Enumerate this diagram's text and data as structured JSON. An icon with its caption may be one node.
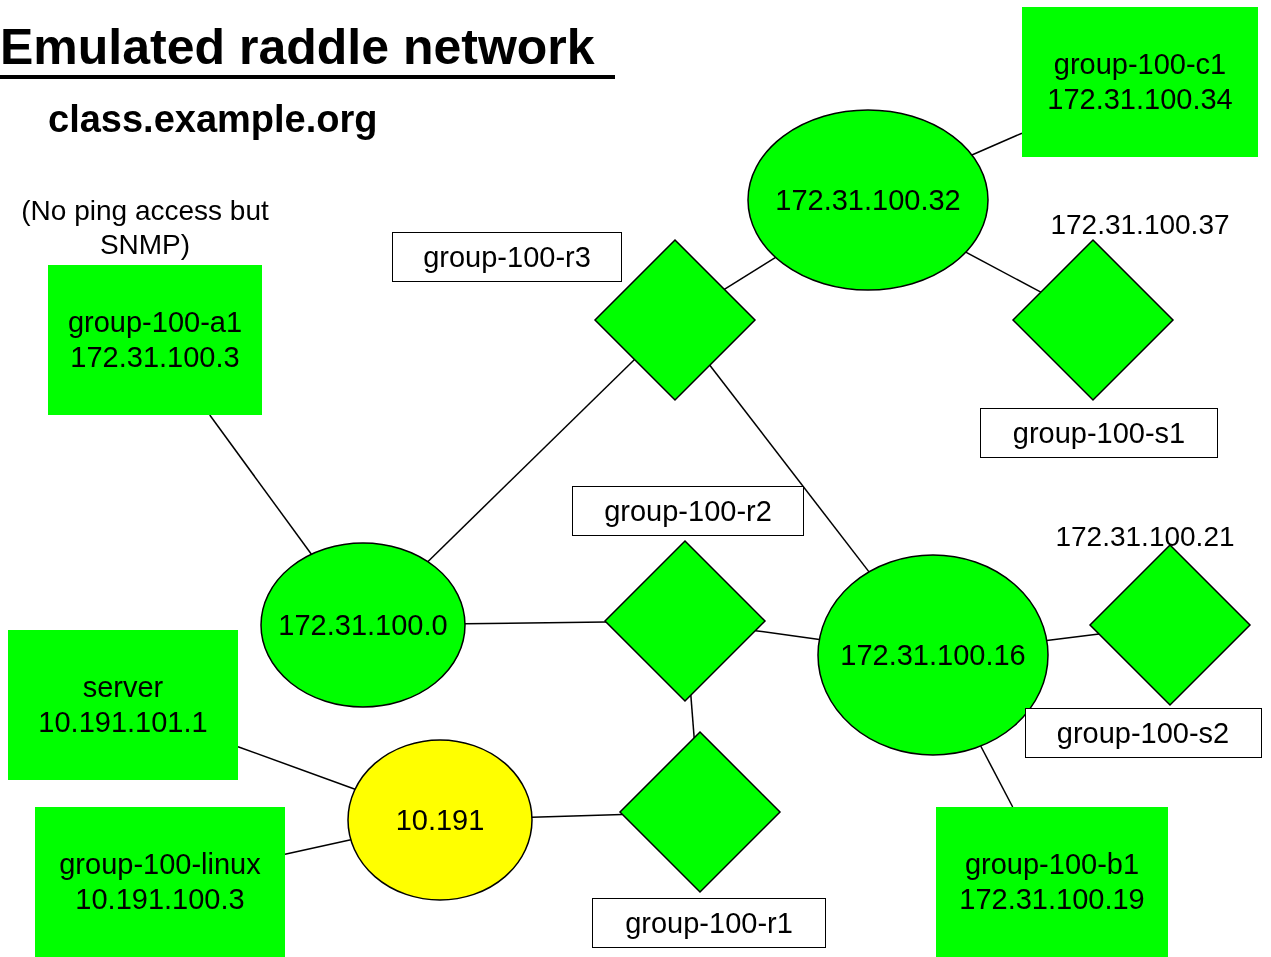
{
  "diagram": {
    "title": "Emulated raddle network",
    "nodes": [
      {
        "text": [
          "group-100-c1",
          "172.31.100.34"
        ]
      },
      {
        "text": [
          "172.31.100.32"
        ]
      },
      {
        "text": [
          "group-100-r3"
        ]
      },
      {
        "text": [],
        "shape": "diamond"
      },
      {
        "text": [],
        "shape": "diamond",
        "beside": [
          "172.31.100.37"
        ]
      },
      {
        "text": [
          "group-100-s1"
        ]
      },
      {
        "text": [
          "group-100-a1",
          "172.31.100.3"
        ],
        "beside": [
          "(No ping access but SNMP)"
        ]
      },
      {
        "text": [
          "group-100-r2"
        ]
      },
      {
        "text": [
          "172.31.100.0"
        ]
      },
      {
        "text": [],
        "shape": "diamond"
      },
      {
        "text": [
          "172.31.100.16"
        ]
      },
      {
        "text": [],
        "shape": "diamond",
        "beside": [
          "172.31.100.21"
        ]
      },
      {
        "text": [
          "group-100-s2"
        ]
      },
      {
        "text": [
          "server",
          "10.191.101.1"
        ]
      },
      {
        "text": [
          "10.191"
        ]
      },
      {
        "text": [],
        "shape": "diamond"
      },
      {
        "text": [
          "group-100-linux",
          "10.191.100.3"
        ]
      },
      {
        "text": [
          "group-100-b1",
          "172.31.100.19"
        ]
      },
      {
        "text": [
          "group-100-r1"
        ]
      }
    ],
    "edges": [
      {
        "from": 0,
        "to": 1,
        "arrow": "none"
      },
      {
        "from": 1,
        "to": 3,
        "arrow": "none"
      },
      {
        "from": 1,
        "to": 4,
        "arrow": "none"
      },
      {
        "from": 3,
        "to": 8,
        "arrow": "none"
      },
      {
        "from": 3,
        "to": 10,
        "arrow": "none"
      },
      {
        "from": 6,
        "to": 8,
        "arrow": "none"
      },
      {
        "from": 8,
        "to": 9,
        "arrow": "none"
      },
      {
        "from": 9,
        "to": 10,
        "arrow": "none"
      },
      {
        "from": 10,
        "to": 11,
        "arrow": "none"
      },
      {
        "from": 10,
        "to": 17,
        "arrow": "none"
      },
      {
        "from": 9,
        "to": 15,
        "arrow": "none"
      },
      {
        "from": 13,
        "to": 14,
        "arrow": "none"
      },
      {
        "from": 16,
        "to": 14,
        "arrow": "none"
      },
      {
        "from": 14,
        "to": 15,
        "arrow": "none"
      }
    ],
    "labels": [
      "class.example.org"
    ]
  }
}
